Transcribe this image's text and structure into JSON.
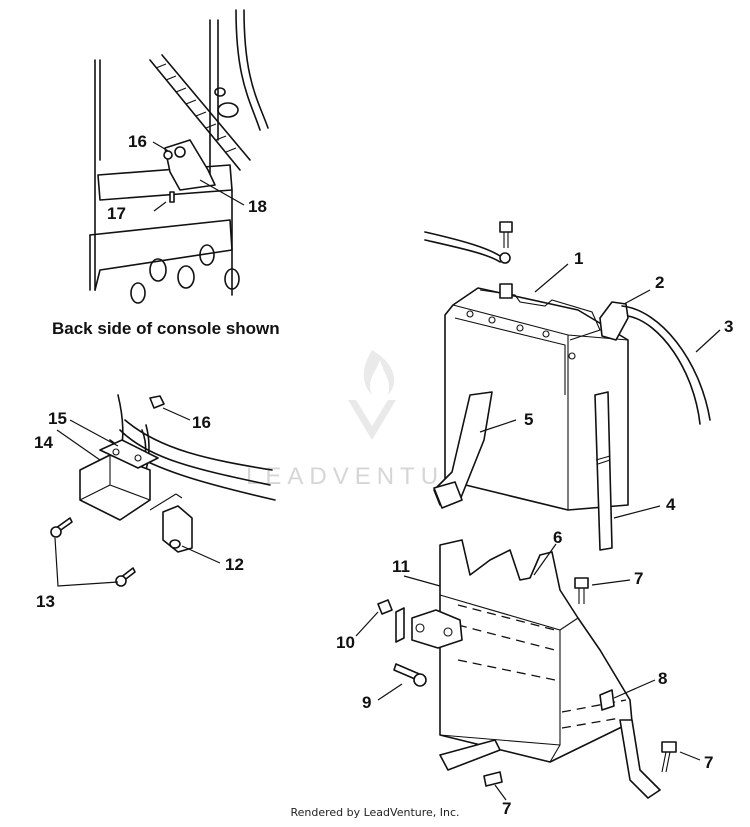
{
  "diagram": {
    "inset_caption": "Back side of console shown",
    "watermark": "LEADVENTURE",
    "footer": "Rendered by LeadVenture, Inc.",
    "callouts": {
      "c1": "1",
      "c2": "2",
      "c3": "3",
      "c4": "4",
      "c5": "5",
      "c6": "6",
      "c7a": "7",
      "c7b": "7",
      "c7c": "7",
      "c8": "8",
      "c9": "9",
      "c10": "10",
      "c11": "11",
      "c12": "12",
      "c13": "13",
      "c14": "14",
      "c15": "15",
      "c16a": "16",
      "c16b": "16",
      "c17": "17",
      "c18": "18"
    }
  }
}
